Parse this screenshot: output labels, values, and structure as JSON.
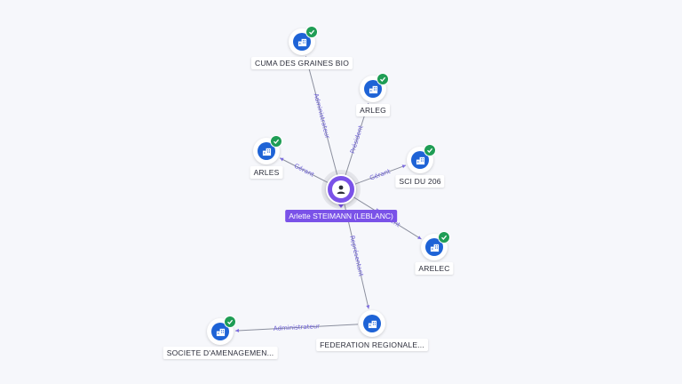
{
  "person": {
    "name": "Arlette STEIMANN (LEBLANC)",
    "icon": "person-icon"
  },
  "companies": [
    {
      "id": "cuma",
      "name": "CUMA DES GRAINES BIO",
      "verified": true,
      "icon": "building-icon"
    },
    {
      "id": "arleg",
      "name": "ARLEG",
      "verified": true,
      "icon": "building-icon"
    },
    {
      "id": "arles",
      "name": "ARLES",
      "verified": true,
      "icon": "building-icon"
    },
    {
      "id": "sci",
      "name": "SCI DU 206",
      "verified": true,
      "icon": "building-icon"
    },
    {
      "id": "arelec",
      "name": "ARELEC",
      "verified": true,
      "icon": "building-icon"
    },
    {
      "id": "federation",
      "name": "FEDERATION REGIONALE...",
      "verified": false,
      "icon": "building-icon"
    },
    {
      "id": "societe",
      "name": "SOCIETE D'AMENAGEMEN...",
      "verified": true,
      "icon": "building-icon"
    }
  ],
  "relations": [
    {
      "from": "person",
      "to": "cuma",
      "role": "Administrateur"
    },
    {
      "from": "person",
      "to": "arleg",
      "role": "Président"
    },
    {
      "from": "person",
      "to": "arles",
      "role": "Gérant"
    },
    {
      "from": "person",
      "to": "sci",
      "role": "Gérant"
    },
    {
      "from": "person",
      "to": "arelec",
      "role": "Président"
    },
    {
      "from": "person",
      "to": "federation",
      "role": "Représentant"
    },
    {
      "from": "federation",
      "to": "societe",
      "role": "Administrateur"
    }
  ],
  "colors": {
    "person": "#7a52e8",
    "company": "#1e63d6",
    "verified": "#1f9d55",
    "edge_label": "#6d5fd6"
  }
}
